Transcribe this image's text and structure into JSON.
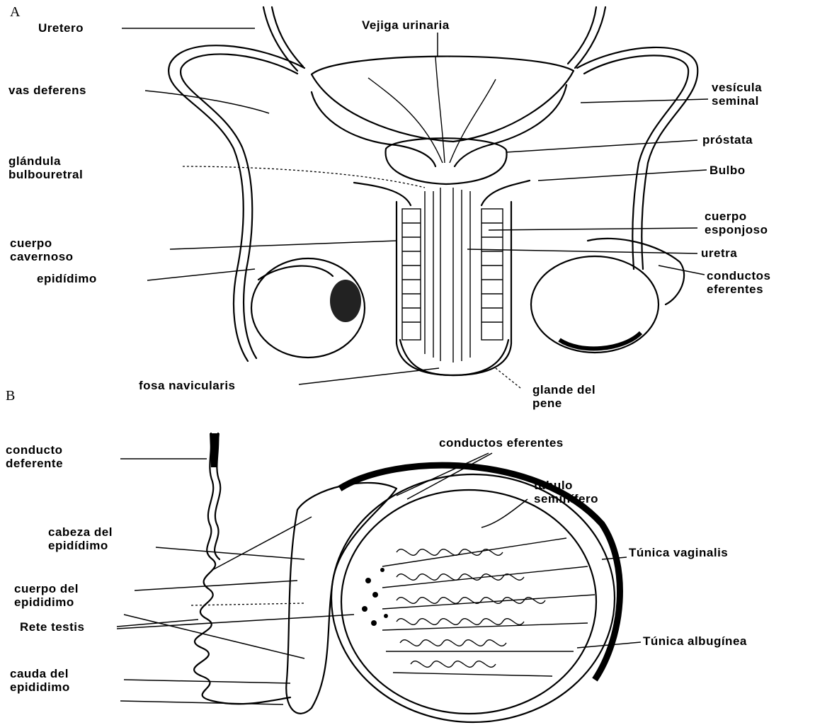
{
  "panel_a": {
    "letter": "A",
    "labels": {
      "uretero": "Uretero",
      "vejiga": "Vejiga urinaria",
      "vas_deferens": "vas deferens",
      "vesicula_1": "vesícula",
      "vesicula_2": "seminal",
      "prostata": "próstata",
      "glandula_1": "glándula",
      "glandula_2": "bulbouretral",
      "bulbo": "Bulbo",
      "esponjoso_1": "cuerpo",
      "esponjoso_2": "esponjoso",
      "cavernoso_1": "cuerpo",
      "cavernoso_2": "cavernoso",
      "uretra": "uretra",
      "epididimo": "epidídimo",
      "eferentes_1": "conductos",
      "eferentes_2": "eferentes",
      "fosa": "fosa navicularis",
      "glande_1": "glande del",
      "glande_2": "pene"
    }
  },
  "panel_b": {
    "letter": "B",
    "labels": {
      "conducto_1": "conducto",
      "conducto_2": "deferente",
      "eferentes": "conductos eferentes",
      "tubulo_1": "túbulo",
      "tubulo_2": "seminífero",
      "cabeza_1": "cabeza del",
      "cabeza_2": "epidídimo",
      "vaginalis": "Túnica vaginalis",
      "cuerpo_1": "cuerpo del",
      "cuerpo_2": "epididimo",
      "rete": "Rete testis",
      "albuginea": "Túnica albugínea",
      "cauda_1": "cauda del",
      "cauda_2": "epididimo"
    }
  }
}
